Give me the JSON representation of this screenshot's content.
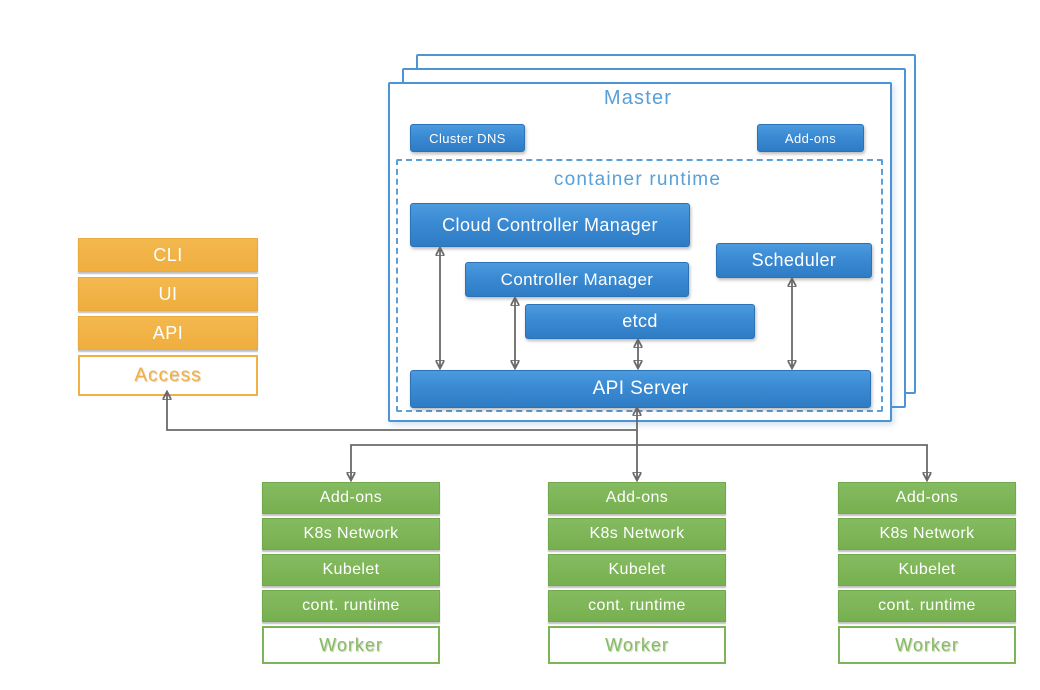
{
  "colors": {
    "component_blue": "#3a8ad3",
    "outline_blue": "#4d94d6",
    "title_blue": "#57a0d9",
    "access_orange": "#f0b144",
    "worker_green": "#7cb558",
    "wire_gray": "#696969"
  },
  "master": {
    "title": "Master",
    "cluster_dns_label": "Cluster DNS",
    "addons_label": "Add-ons",
    "runtime": {
      "title": "container runtime",
      "cloud_controller_manager": "Cloud Controller Manager",
      "controller_manager": "Controller Manager",
      "scheduler": "Scheduler",
      "etcd": "etcd",
      "api_server": "API Server"
    }
  },
  "access_stack": {
    "items": [
      {
        "label": "CLI"
      },
      {
        "label": "UI"
      },
      {
        "label": "API"
      }
    ],
    "base_label": "Access"
  },
  "workers": [
    {
      "segments": [
        {
          "label": "Add-ons"
        },
        {
          "label": "K8s Network"
        },
        {
          "label": "Kubelet"
        },
        {
          "label": "cont. runtime"
        }
      ],
      "base_label": "Worker"
    },
    {
      "segments": [
        {
          "label": "Add-ons"
        },
        {
          "label": "K8s Network"
        },
        {
          "label": "Kubelet"
        },
        {
          "label": "cont. runtime"
        }
      ],
      "base_label": "Worker"
    },
    {
      "segments": [
        {
          "label": "Add-ons"
        },
        {
          "label": "K8s Network"
        },
        {
          "label": "Kubelet"
        },
        {
          "label": "cont. runtime"
        }
      ],
      "base_label": "Worker"
    }
  ]
}
